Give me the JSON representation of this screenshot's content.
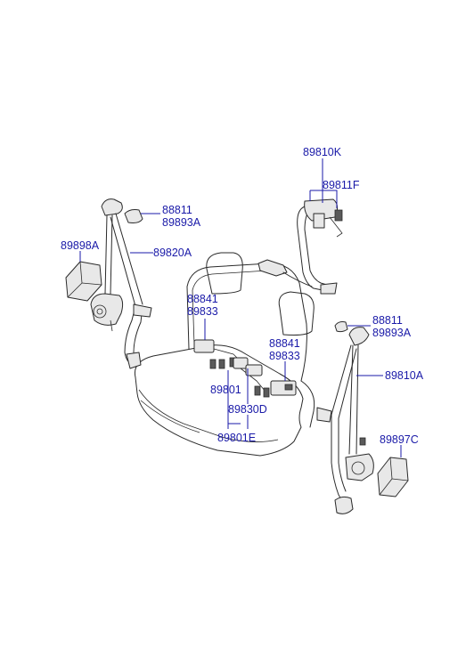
{
  "colors": {
    "background": "#ffffff",
    "label": "#1a1aa8",
    "line_art": "#2a2a2a"
  },
  "labels": {
    "p89810K": "89810K",
    "p89811F": "89811F",
    "p88811_left": "88811",
    "p89893A_left": "89893A",
    "p89898A": "89898A",
    "p89820A": "89820A",
    "p88841_left": "88841",
    "p89833_left": "89833",
    "p88841_mid": "88841",
    "p89833_mid": "89833",
    "p89801": "89801",
    "p89830D": "89830D",
    "p89801E": "89801E",
    "p88811_right": "88811",
    "p89893A_right": "89893A",
    "p89810A": "89810A",
    "p89897C": "89897C"
  }
}
